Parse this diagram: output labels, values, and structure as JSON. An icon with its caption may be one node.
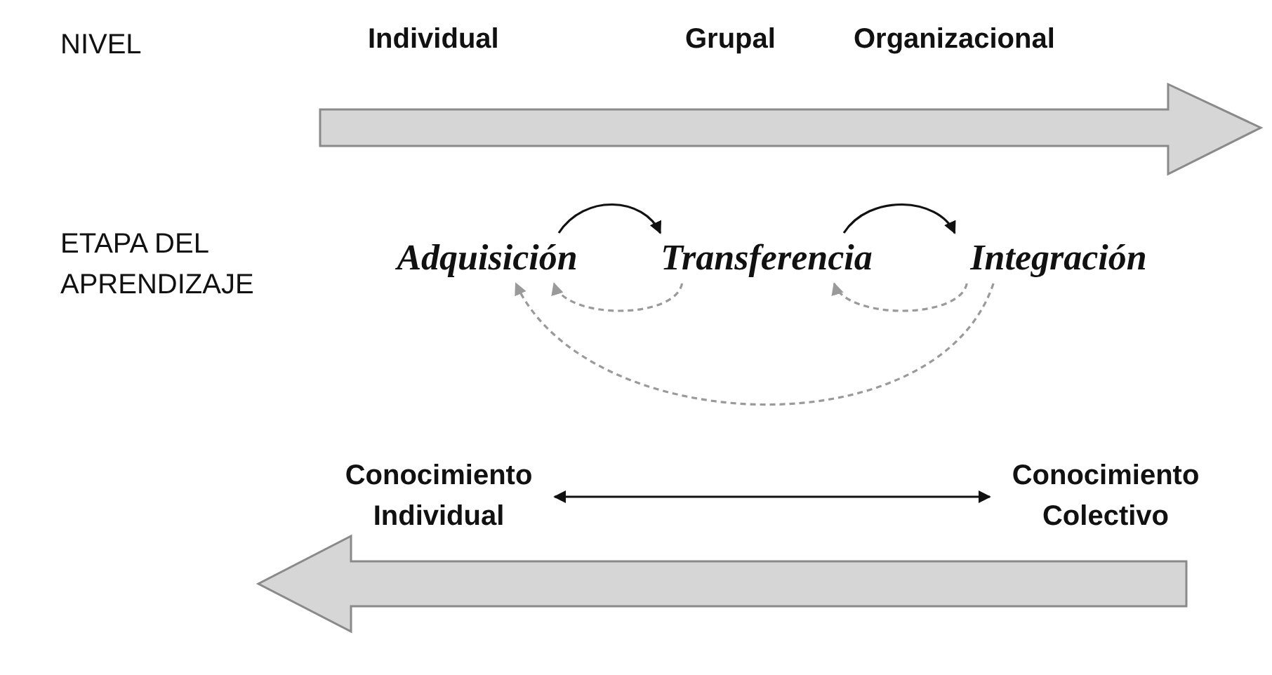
{
  "diagram": {
    "nodes": [
      {
        "text": [
          "Adquisición"
        ]
      },
      {
        "text": [
          "Transferencia"
        ]
      },
      {
        "text": [
          "Integración"
        ]
      },
      {
        "text": [
          "Conocimiento Individual"
        ]
      },
      {
        "text": [
          "Conocimiento Colectivo"
        ]
      }
    ],
    "edges": [
      {
        "from": 0,
        "to": 1,
        "arrow": "to"
      },
      {
        "from": 1,
        "to": 2,
        "arrow": "to"
      },
      {
        "from": 1,
        "to": 0,
        "arrow": "to",
        "style": "dashed",
        "color": "#9a9a9a"
      },
      {
        "from": 2,
        "to": 1,
        "arrow": "to",
        "style": "dashed",
        "color": "#9a9a9a"
      },
      {
        "from": 2,
        "to": 0,
        "arrow": "to",
        "style": "dashed",
        "color": "#9a9a9a"
      },
      {
        "from": 3,
        "to": 4,
        "arrow": "both"
      }
    ],
    "labels": [
      "NIVEL",
      "Individual",
      "Grupal",
      "Organizacional",
      "ETAPA DEL APRENDIZAJE"
    ]
  }
}
